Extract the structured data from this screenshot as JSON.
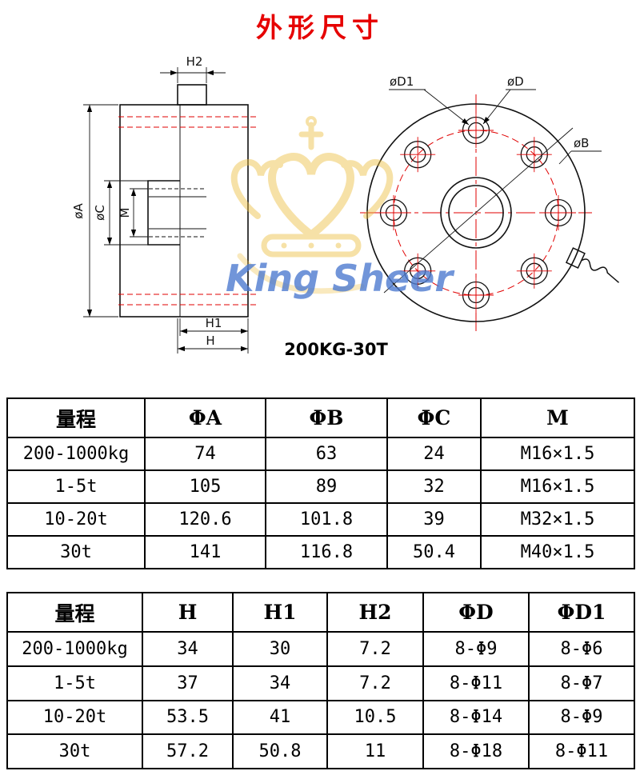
{
  "page": {
    "title": "外形尺寸",
    "model_label": "200KG-30T"
  },
  "watermark": {
    "brand": "King Sheer"
  },
  "drawing": {
    "side": {
      "h2": "H2",
      "phi_a": "øA",
      "phi_c": "øC",
      "m": "M",
      "h1": "H1",
      "h": "H"
    },
    "front": {
      "phi_d1": "øD1",
      "phi_d": "øD",
      "phi_b": "øB"
    }
  },
  "table1": {
    "headers": [
      "量程",
      "ΦA",
      "ΦB",
      "ΦC",
      "M"
    ],
    "rows": [
      [
        "200-1000kg",
        "74",
        "63",
        "24",
        "M16×1.5"
      ],
      [
        "1-5t",
        "105",
        "89",
        "32",
        "M16×1.5"
      ],
      [
        "10-20t",
        "120.6",
        "101.8",
        "39",
        "M32×1.5"
      ],
      [
        "30t",
        "141",
        "116.8",
        "50.4",
        "M40×1.5"
      ]
    ]
  },
  "table2": {
    "headers": [
      "量程",
      "H",
      "H1",
      "H2",
      "ΦD",
      "ΦD1"
    ],
    "rows": [
      [
        "200-1000kg",
        "34",
        "30",
        "7.2",
        "8-Φ9",
        "8-Φ6"
      ],
      [
        "1-5t",
        "37",
        "34",
        "7.2",
        "8-Φ11",
        "8-Φ7"
      ],
      [
        "10-20t",
        "53.5",
        "41",
        "10.5",
        "8-Φ14",
        "8-Φ9"
      ],
      [
        "30t",
        "57.2",
        "50.8",
        "11",
        "8-Φ18",
        "8-Φ11"
      ]
    ]
  }
}
